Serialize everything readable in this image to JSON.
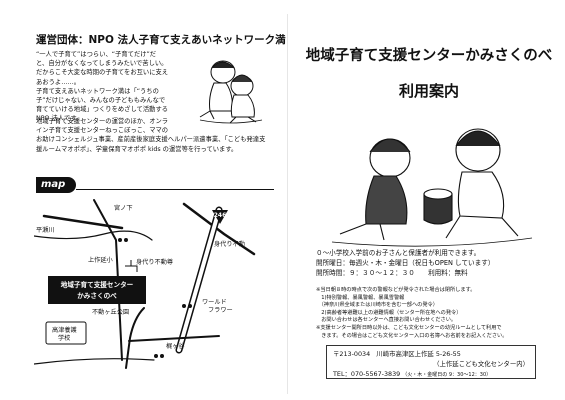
{
  "left_panel": {
    "org_heading": "運営団体：NPO 法人子育て支えあいネットワーク満",
    "intro_lines": [
      "“一人で子育て”はつらい、“子育てだけ”だ",
      "と、自分がなくなってしまうみたいで苦しい。",
      "だからこそ大変な時期の子育てをお互いに支え",
      "あおうよ……。",
      "子育て支えあいネットワーク満は「“うちの",
      "子”だけじゃない、みんなの子どももみんなで",
      "育てていける地域」つくりをめざして活動する",
      "NPO 法人です。"
    ],
    "wide_lines": [
      "地域子育て支援センターの運営のほか、オンラ",
      "イン子育て支援センターねっこぼっこ、ママの",
      "お助けコンシェルジュ事業、産前産後家庭支援ヘルパー派遣事業、「こども発達支",
      "援ルームマオポポ」、学童保育マオポポ kids の運営等を行っています。"
    ],
    "map": {
      "label": "map",
      "places": {
        "miyanoshita": "宮ノ下",
        "hirasegawa": "平瀬川",
        "kamijuku": "上作延小",
        "shindai_fudoson": "身代り不動尊",
        "shindai_fudo": "身代り不動",
        "fudogaoka_park": "不動ヶ丘公園",
        "world_flower": "ワールド\nフラワー",
        "takatsu_school": "高津養護\n学校",
        "kajigaya": "梶ヶ谷",
        "route": "246",
        "center_name_1": "地域子育て支援センター",
        "center_name_2": "かみさくのべ",
        "bypass": ""
      }
    }
  },
  "right_panel": {
    "title_line1": "地域子育て支援センターかみさくのべ",
    "title_line2": "利用案内",
    "info_lines": [
      "０～小学校入学前のお子さんと保護者が利用できます。",
      "開所曜日：毎週火・木・金曜日（祝日もOPEN しています）",
      "開所時間：９：３０～１２：３０　　利用料：無料"
    ],
    "notes_lines": [
      "※当日朝８時の時点で次の警報などが発令された場合は閉所します。",
      "　1)特別警報、暴風警報、暴風雪警報",
      "　（神奈川県全域または川崎市を含む一部への発令）",
      "　2)高齢者等避難以上の避難情報（センター所在地への発令）",
      "　お問い合わせは各センターへ直接お問い合わせください。",
      "※支援センター開所日時以外は、こども文化センターの幼児ルームとして利用で",
      "　きます。その場合はこども文化センター入口の名簿へお名前をお記入ください。"
    ],
    "address": {
      "line1_postal": "〒213-0034",
      "line1_addr": "川崎市高津区上作延 5-26-55",
      "line2": "（上作延こども文化センター内）",
      "tel": "TEL：070-5567-3839",
      "tel_hours": "（火・木・金曜日の 9：30～12：30）"
    }
  }
}
